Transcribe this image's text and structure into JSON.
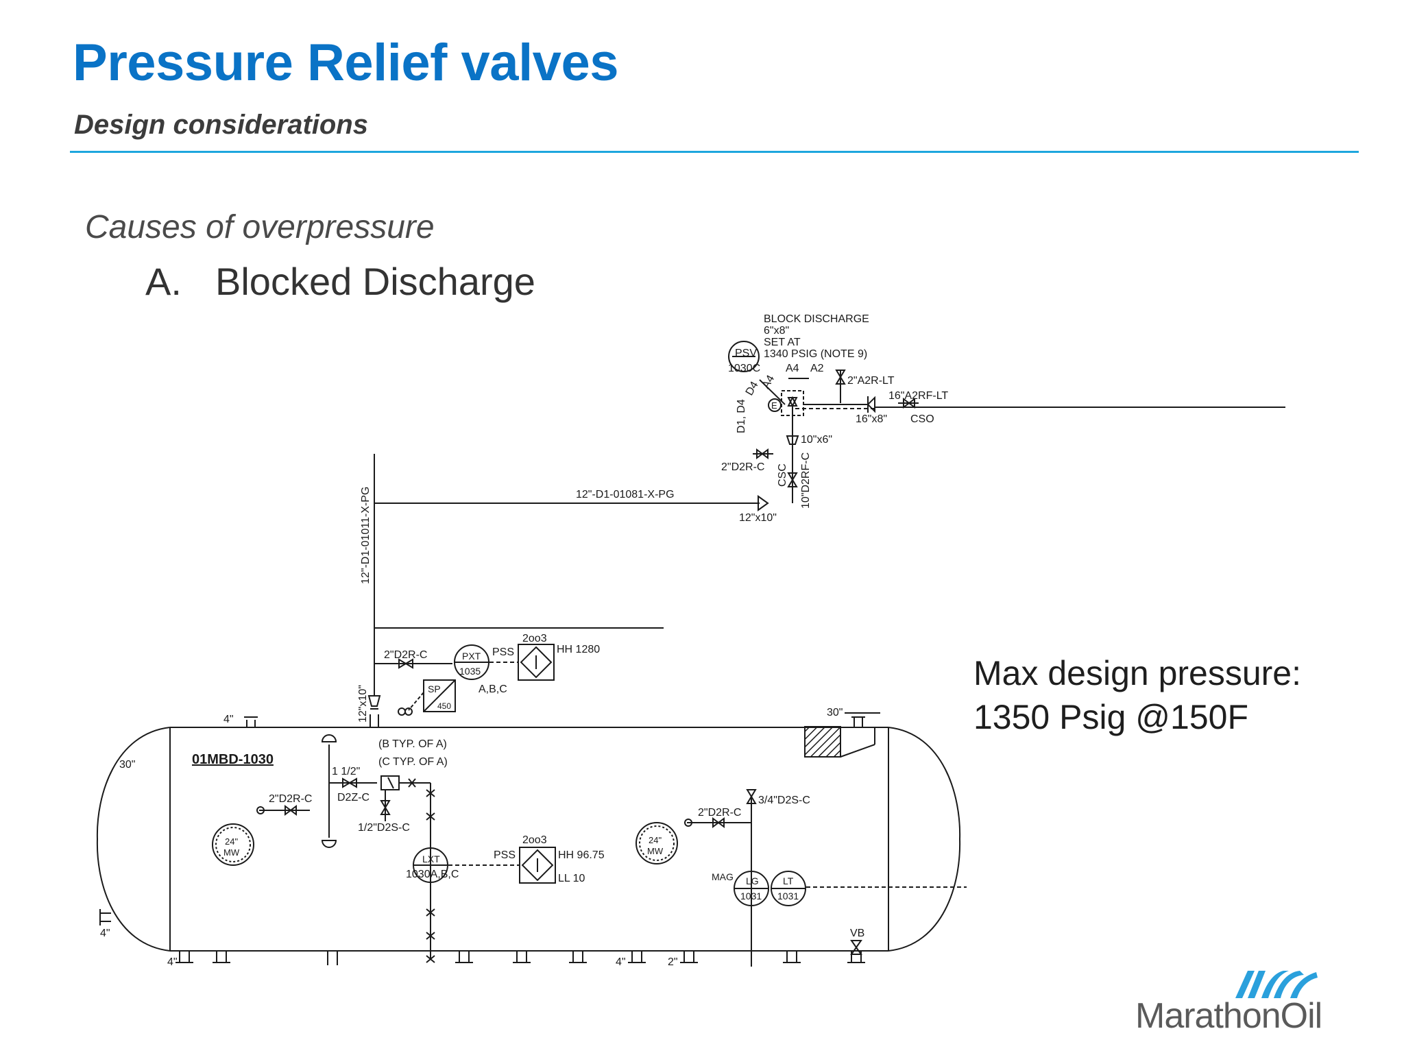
{
  "slide": {
    "title": "Pressure Relief valves",
    "subtitle": "Design considerations",
    "causes_heading": "Causes of overpressure",
    "item_letter": "A.",
    "item_text": "Blocked Discharge",
    "max_design_line1": "Max design pressure:",
    "max_design_line2": "1350 Psig @150F"
  },
  "logo": {
    "brand": "MarathonOil",
    "color": "#2aa0dc",
    "text_color": "#5a5a5a"
  },
  "accent": {
    "title_color": "#0a73c6",
    "rule_color": "#1ea6de"
  },
  "diagram": {
    "psv_note": [
      "BLOCK DISCHARGE",
      "6\"x8\"",
      "SET AT",
      "1340 PSIG (NOTE 9)"
    ],
    "psv_tag": "PSV",
    "psv_num": "1030C",
    "a4": "A4",
    "a2": "A2",
    "d4": "D4",
    "a4b": "A4",
    "d1d4": "D1, D4",
    "e": "E",
    "a2r_lt": "2\"A2R-LT",
    "a2rf_lt": "16\"A2RF-LT",
    "red_16x8": "16\"x8\"",
    "cso": "CSO",
    "red_10x6": "10\"x6\"",
    "d2rc_1": "2\"D2R-C",
    "csc": "CSC",
    "d2rf": "10\"D2RF-C",
    "line_12_d1_01081": "12\"-D1-01081-X-PG",
    "red_12x10": "12\"x10\"",
    "line_12_d1_01011": "12\"-D1-01011-X-PG",
    "d2rc_2": "2\"D2R-C",
    "pxt_tag": "PXT",
    "pxt_num": "1035",
    "pss1": "PSS",
    "vote1": "2oo3",
    "hh1": "HH  1280",
    "abc": "A,B,C",
    "sp_tag": "SP",
    "sp_num": "450",
    "red_12x10_v": "12\"x10\"",
    "n4_top": "4\"",
    "n30_top": "30\"",
    "n30_left": "30\"",
    "vessel_tag": "01MBD-1030",
    "b_typ": "(B  TYP.  OF  A)",
    "c_typ": "(C  TYP.  OF  A)",
    "half_in": "1  1/2\"",
    "d2z_c": "D2Z-C",
    "d2rc_3": "2\"D2R-C",
    "d2s_c_half": "1/2\"D2S-C",
    "mw1": [
      "24\"",
      "MW"
    ],
    "mw2": [
      "24\"",
      "MW"
    ],
    "lxt_tag": "LXT",
    "lxt_num": "1030A,B,C",
    "pss2": "PSS",
    "vote2": "2oo3",
    "hh2": "HH  96.75",
    "ll2": "LL  10",
    "d2s_c_34": "3/4\"D2S-C",
    "d2rc_4": "2\"D2R-C",
    "mag": "MAG",
    "lg_tag": "LG",
    "lg_num": "1031",
    "lt_tag": "LT",
    "lt_num": "1031",
    "vb": "VB",
    "n4_left": "4\"",
    "n4_bot1": "4\"",
    "n4_bot2": "4\"",
    "n2_bot": "2\""
  }
}
